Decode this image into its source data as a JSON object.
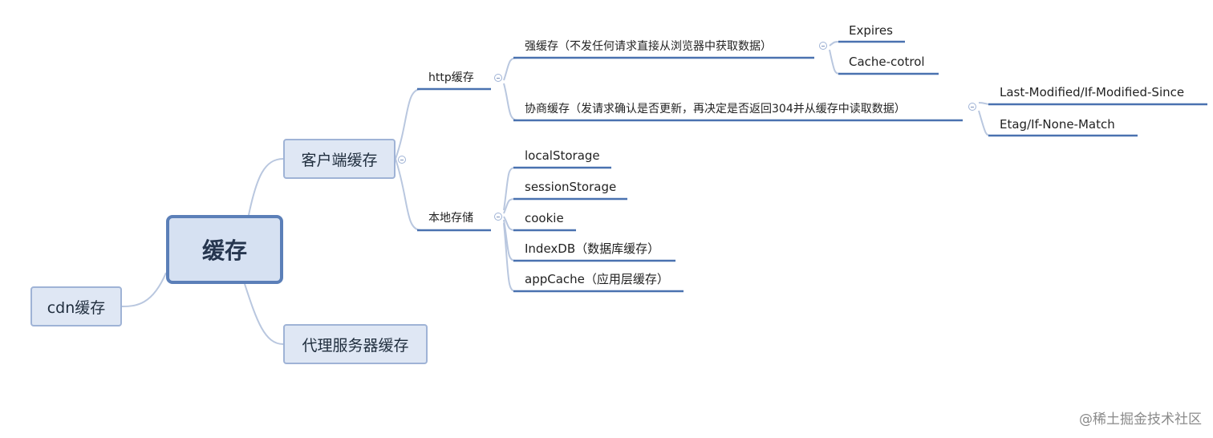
{
  "root": "缓存",
  "branches": {
    "client": "客户端缓存",
    "cdn": "cdn缓存",
    "proxy": "代理服务器缓存"
  },
  "http": {
    "label": "http缓存",
    "strong": "强缓存（不发任何请求直接从浏览器中获取数据）",
    "strong_children": [
      "Expires",
      "Cache-cotrol"
    ],
    "negotiate": "协商缓存（发请求确认是否更新，再决定是否返回304并从缓存中读取数据）",
    "negotiate_children": [
      "Last-Modified/If-Modified-Since",
      "Etag/If-None-Match"
    ]
  },
  "local": {
    "label": "本地存储",
    "children": [
      "localStorage",
      "sessionStorage",
      "cookie",
      "IndexDB（数据库缓存）",
      "appCache（应用层缓存）"
    ]
  },
  "watermark": "@稀土掘金技术社区",
  "colors": {
    "node_fill": "#dfe7f4",
    "node_border": "#9fb3d6",
    "root_border": "#5b7fb8",
    "underline": "#4a72b0",
    "connector": "#b9c7df"
  }
}
